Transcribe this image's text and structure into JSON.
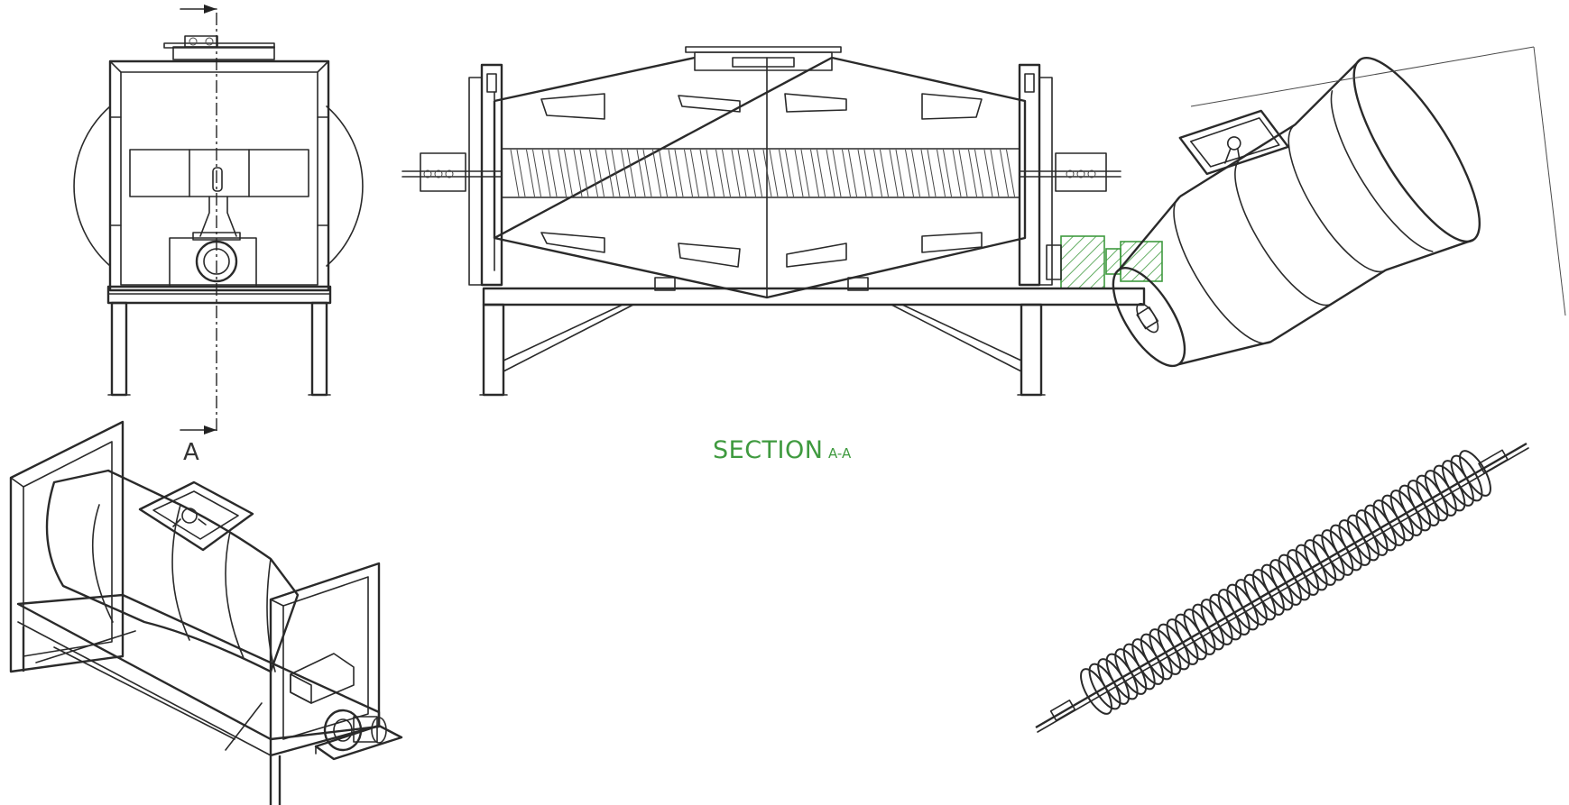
{
  "labels": {
    "section_marker_bottom": "A",
    "section_title": "SECTION",
    "section_suffix": "A-A"
  },
  "colors": {
    "line": "#2a2a2a",
    "section_green": "#3f9a3f",
    "background": "#ffffff"
  }
}
